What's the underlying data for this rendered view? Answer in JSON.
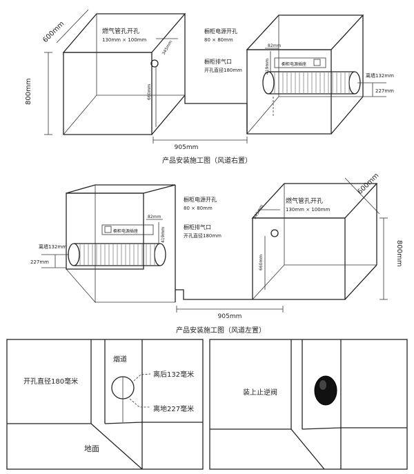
{
  "top": {
    "caption": "产品安装施工图（风道右置）",
    "left_box": {
      "depth": "600mm",
      "height": "800mm",
      "hole_title": "燃气管孔开孔",
      "hole_size": "130mm × 100mm",
      "dim_345": "345mm",
      "dim_660": "660mm"
    },
    "right_box": {
      "power_title": "橱柜电源开孔",
      "power_size": "80 × 80mm",
      "exhaust_title": "橱柜排气口",
      "exhaust_size": "开孔直径180mm",
      "dim_82": "82mm",
      "dim_419": "419mm",
      "socket_label": "橱柜电源插座",
      "wall_gap": "离墙132mm",
      "floor_gap": "227mm"
    },
    "width_dim": "905mm"
  },
  "middle": {
    "caption": "产品安装施工图（风道左置）",
    "left_box": {
      "power_title": "橱柜电源开孔",
      "power_size": "80 × 80mm",
      "exhaust_title": "橱柜排气口",
      "exhaust_size": "开孔直径180mm",
      "dim_82": "82mm",
      "dim_419": "419mm",
      "socket_label": "橱柜电源插座",
      "wall_gap": "离墙132mm",
      "floor_gap": "227mm"
    },
    "right_box": {
      "depth": "600mm",
      "height": "800mm",
      "hole_title": "燃气管孔开孔",
      "hole_size": "130mm × 100mm",
      "dim_345": "345mm",
      "dim_660": "660mm"
    },
    "width_dim": "905mm"
  },
  "bottom_left": {
    "label_hole": "开孔直径180毫米",
    "label_flue": "烟道",
    "label_wall": "离后132毫米",
    "label_floor_gap": "离地227毫米",
    "label_floor": "地面"
  },
  "bottom_right": {
    "label_valve": "装上止逆阀"
  }
}
